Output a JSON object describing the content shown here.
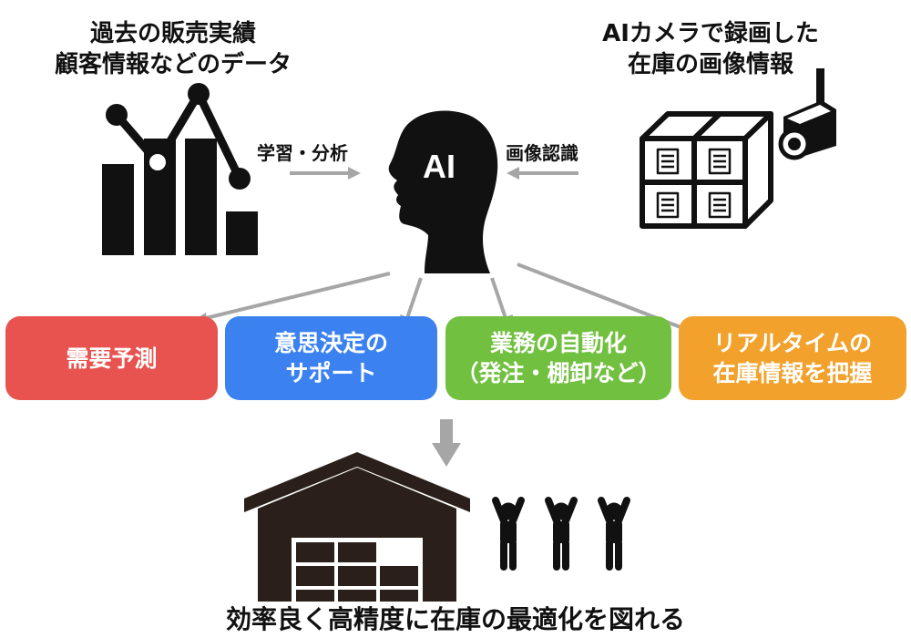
{
  "top_left_caption": "過去の販売実績\n顧客情報などのデータ",
  "top_right_caption": "AIカメラで録画した\n在庫の画像情報",
  "left_arrow_label": "学習・分析",
  "right_arrow_label": "画像認識",
  "head_label": "AI",
  "boxes": [
    {
      "label": "需要予測",
      "color": "#e8534f"
    },
    {
      "label": "意思決定の\nサポート",
      "color": "#3b82f0"
    },
    {
      "label": "業務の自動化\n（発注・棚卸など）",
      "color": "#72c03f"
    },
    {
      "label": "リアルタイムの\n在庫情報を把握",
      "color": "#f2a22c"
    }
  ],
  "bottom_caption": "効率良く高精度に在庫の最適化を図れる",
  "icons": [
    "bar-line-chart-icon",
    "human-head-icon",
    "stacked-boxes-icon",
    "security-camera-icon",
    "warehouse-icon",
    "people-cheering-icon"
  ],
  "arrow_color": "#a6a6a6"
}
